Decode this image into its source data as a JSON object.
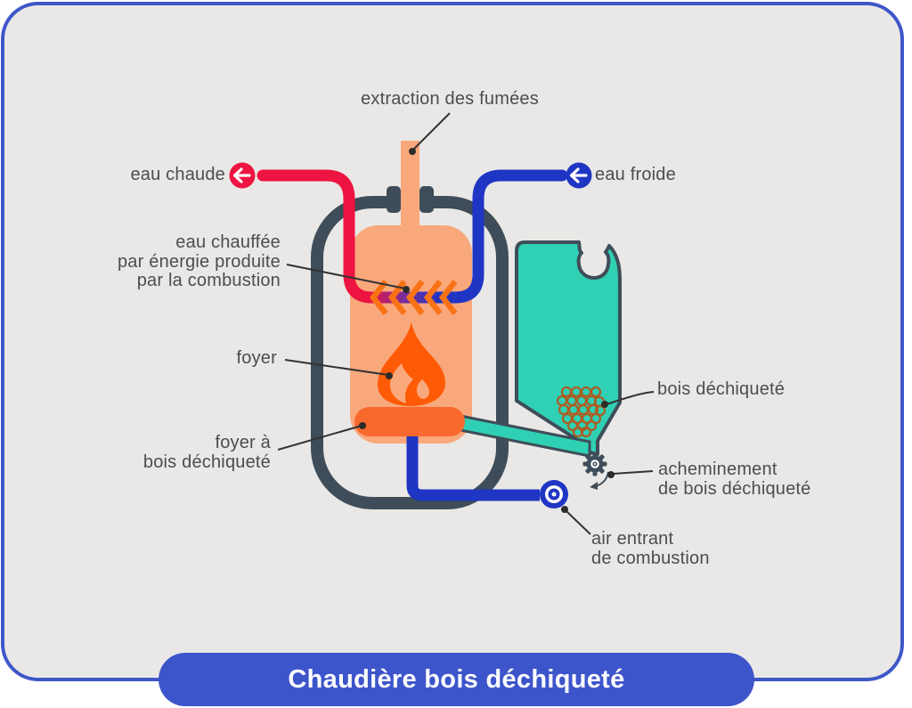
{
  "title": {
    "text": "Chaudière bois déchiqueté"
  },
  "labels": {
    "extraction": {
      "text": "extraction des fumées"
    },
    "eau_chaude": {
      "text": "eau chaude"
    },
    "eau_froide": {
      "text": "eau froide"
    },
    "eau_chauffee": {
      "line1": "eau chauffée",
      "line2": "par énergie produite",
      "line3": "par la combustion"
    },
    "foyer": {
      "text": "foyer"
    },
    "foyer_bois": {
      "line1": "foyer à",
      "line2": "bois déchiqueté"
    },
    "bois": {
      "text": "bois déchiqueté"
    },
    "acheminement": {
      "line1": "acheminement",
      "line2": "de bois déchiqueté"
    },
    "air": {
      "line1": "air entrant",
      "line2": "de combustion"
    }
  },
  "icons": {
    "hot_water_arrow": "left-arrow-in-red-circle",
    "cold_water_arrow": "left-arrow-in-blue-circle",
    "flame": "flame-icon",
    "gear": "gear-icon",
    "air_inlet": "target-circle-icon",
    "rotation": "curved-arrow-icon",
    "wood_chips": "circle-cluster-pattern"
  },
  "colors": {
    "card_background": "#e9e8e6",
    "frame_blue": "#3e57c9",
    "banner_blue": "#3d55cb",
    "hot_red": "#ee1441",
    "cold_blue": "#1f35c4",
    "boiler_outline": "#3e4d59",
    "water_salmon": "#f9a87c",
    "flame_orange": "#ff5a05",
    "foyer_orange": "#f9682c",
    "chevron_orange": "#f97316",
    "hopper_teal": "#30d0b4",
    "chips_brown": "#ad5c22",
    "label_gray": "#4d4d4d"
  }
}
